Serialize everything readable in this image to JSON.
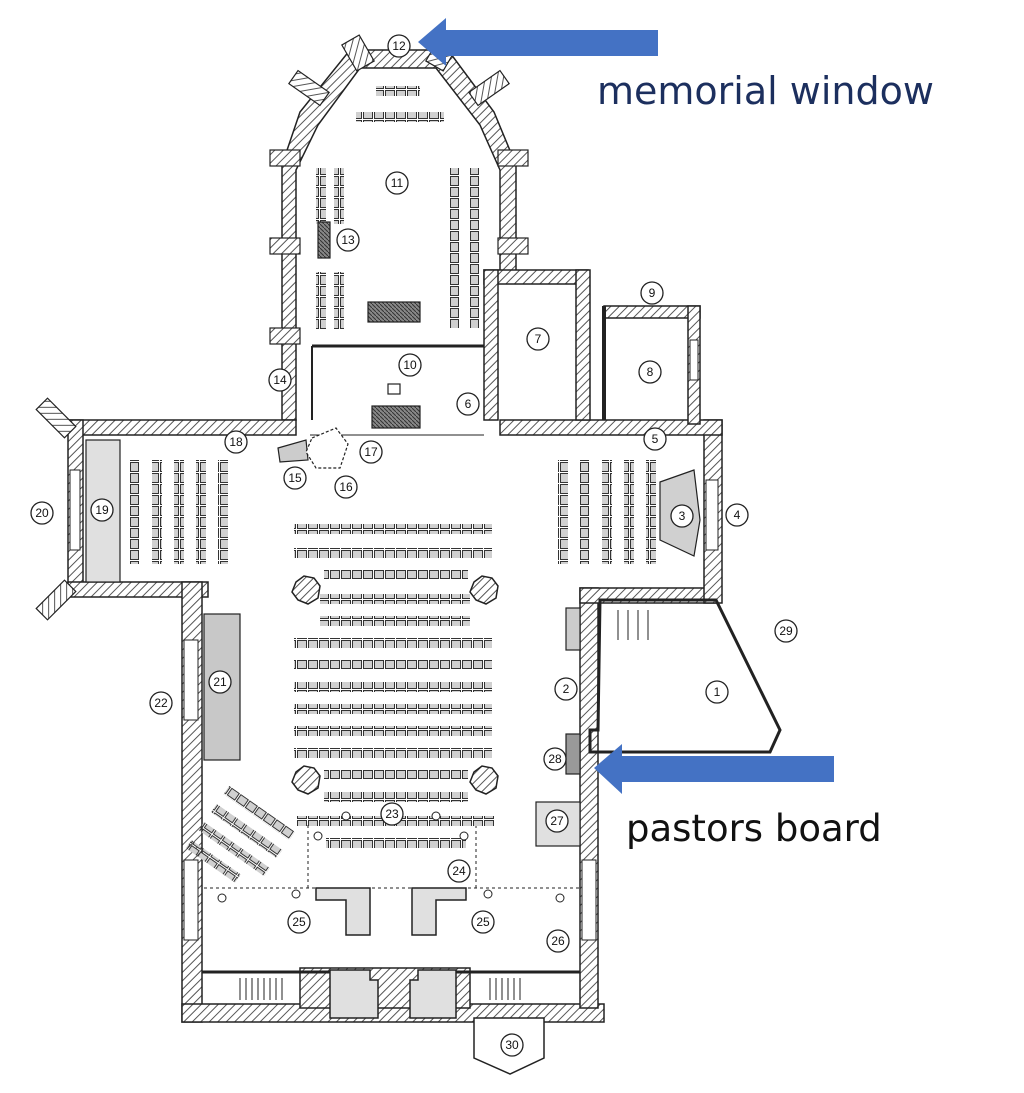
{
  "callouts": {
    "memorial_window": "memorial window",
    "pastors_board": "pastors board"
  },
  "markers": [
    "1",
    "2",
    "3",
    "4",
    "5",
    "6",
    "7",
    "8",
    "9",
    "10",
    "11",
    "12",
    "13",
    "14",
    "15",
    "16",
    "17",
    "18",
    "19",
    "20",
    "21",
    "22",
    "23",
    "24",
    "25",
    "25",
    "26",
    "27",
    "28",
    "29",
    "30"
  ],
  "colors": {
    "wall_stroke": "#222222",
    "wall_hatch": "#555555",
    "arrow_fill": "#4472c4",
    "label_text": "#1c2f5e",
    "furniture": "#bfbfbf"
  },
  "icons": {
    "arrow": "left-pointing-block-arrow",
    "marker": "circled-number"
  }
}
